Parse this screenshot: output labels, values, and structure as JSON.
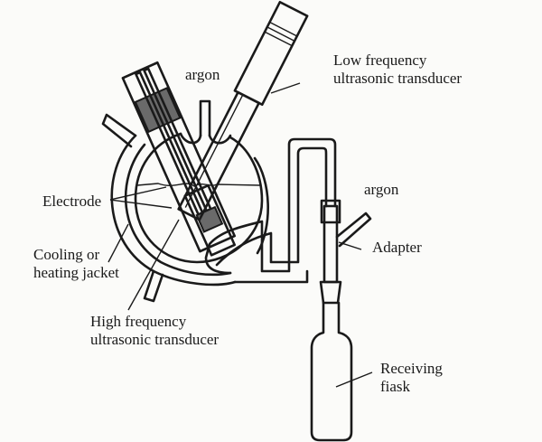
{
  "diagram": {
    "labels": {
      "argon_top": "argon",
      "low_freq_line1": "Low frequency",
      "low_freq_line2": "ultrasonic transducer",
      "electrode": "Electrode",
      "argon_side": "argon",
      "cooling_line1": "Cooling or",
      "cooling_line2": "heating jacket",
      "adapter": "Adapter",
      "high_freq_line1": "High frequency",
      "high_freq_line2": "ultrasonic transducer",
      "receiving_line1": "Receiving",
      "receiving_line2": "fiask"
    }
  }
}
